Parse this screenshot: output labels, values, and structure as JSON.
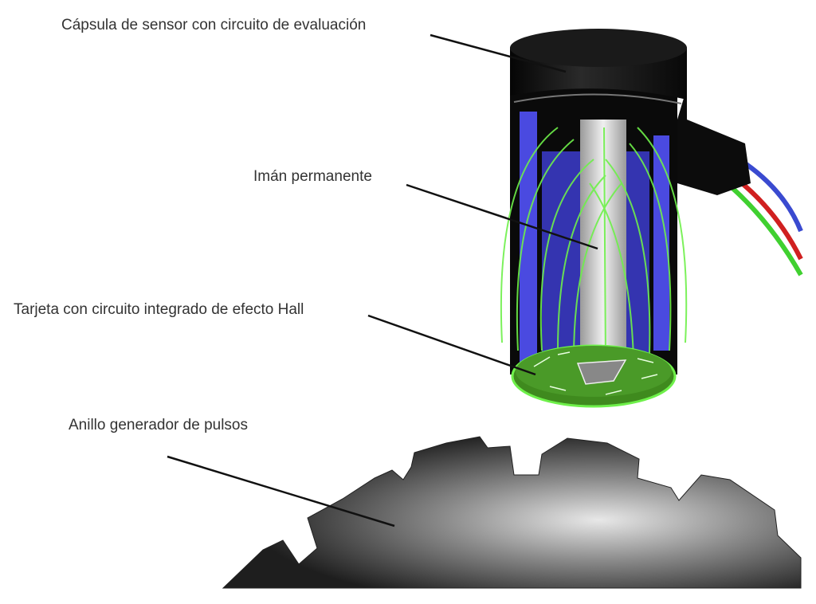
{
  "labels": {
    "sensor_capsule": "Cápsula de sensor con circuito de evaluación",
    "permanent_magnet": "Imán permanente",
    "hall_board": "Tarjeta con circuito integrado de efecto Hall",
    "pulse_ring": "Anillo generador de pulsos"
  },
  "colors": {
    "capsule": "#111111",
    "housing_blue": "#4a4ae0",
    "field_lines": "#6ef04a",
    "magnet": "#d0d0d0",
    "pcb": "#3f8a1e",
    "ring": "#3a3a3a",
    "wire_blue": "#3a4ad0",
    "wire_red": "#d02020",
    "wire_green": "#40d030"
  }
}
